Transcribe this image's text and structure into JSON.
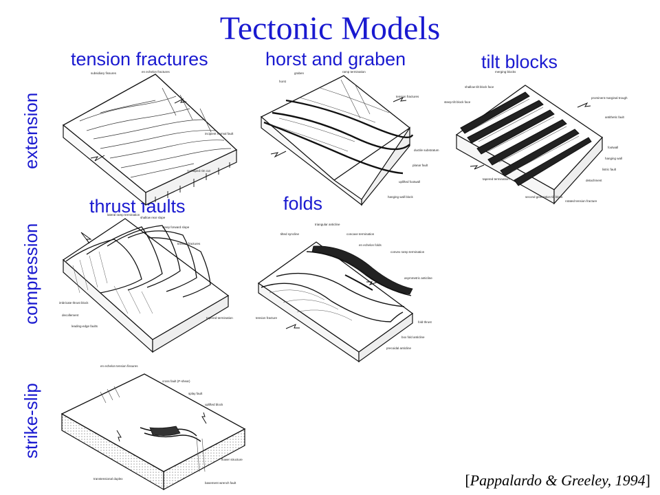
{
  "title": "Tectonic Models",
  "rows": {
    "extension": "extension",
    "compression": "compression",
    "strike_slip": "strike-slip"
  },
  "panels": {
    "tension_fractures": {
      "label": "tension fractures",
      "annotations": [
        "subsidiary fissures",
        "en echelon fractures",
        "incipient normal fault",
        "V-shaped rim cut"
      ]
    },
    "horst_graben": {
      "label": "horst and graben",
      "annotations": [
        "horst",
        "graben",
        "ramp termination",
        "tension fractures",
        "ductile substratum",
        "planar fault",
        "uplifted footwall",
        "hanging wall block"
      ]
    },
    "tilt_blocks": {
      "label": "tilt blocks",
      "annotations": [
        "merging blocks",
        "shallow tilt block face",
        "steep tilt block face",
        "prominent marginal trough",
        "antithetic fault",
        "footwall",
        "hanging wall",
        "listric fault",
        "tapered termination",
        "detachment",
        "second generation tilt block",
        "rotated tension fracture"
      ]
    },
    "thrust_faults": {
      "label": "thrust faults",
      "annotations": [
        "lateral ramp termination",
        "shallow rear slope",
        "steep forward slope",
        "tension fractures",
        "imbricate thrust block",
        "decollement",
        "leading-edge faults",
        "tapered termination"
      ]
    },
    "folds": {
      "label": "folds",
      "annotations": [
        "triangular anticline",
        "tilted syncline",
        "concave termination",
        "en echelon folds",
        "convex ramp termination",
        "asymmetric anticline",
        "tension fracture",
        "fold thrust",
        "box fold anticline",
        "precoidal anticline"
      ]
    },
    "strike_slip": {
      "annotations": [
        "en echelon tension fissures",
        "cross fault (P-shear)",
        "splay fault",
        "uplifted block",
        "flower structure",
        "transtensional duplex",
        "basement wrench fault"
      ]
    }
  },
  "citation": {
    "open": "[",
    "text": "Pappalardo & Greeley, 1994",
    "close": "]"
  }
}
